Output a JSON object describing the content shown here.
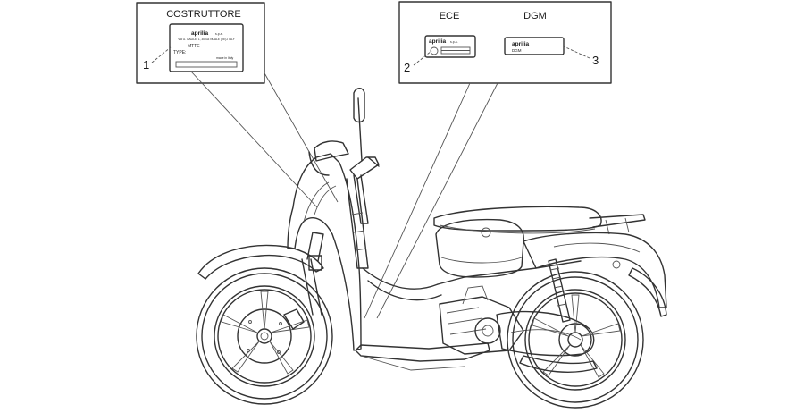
{
  "panels": {
    "manufacturer": {
      "title": "COSTRUTTORE",
      "plate": {
        "brand": "aprilia",
        "brand_suffix": "s.p.a.",
        "address": "Via G. GALILEI 1, 30033 NOALE (VE)-ITALY",
        "line_mtte": "MTTE",
        "line_type": "TYPE:",
        "made_in": "made in Italy"
      }
    },
    "homologation": {
      "title_ece": "ECE",
      "title_dgm": "DGM",
      "ece_plate": {
        "brand": "aprilia",
        "brand_suffix": "s.p.a."
      },
      "dgm_plate": {
        "brand": "aprilia",
        "line2": "DGM"
      }
    }
  },
  "callouts": [
    "1",
    "2",
    "3"
  ]
}
